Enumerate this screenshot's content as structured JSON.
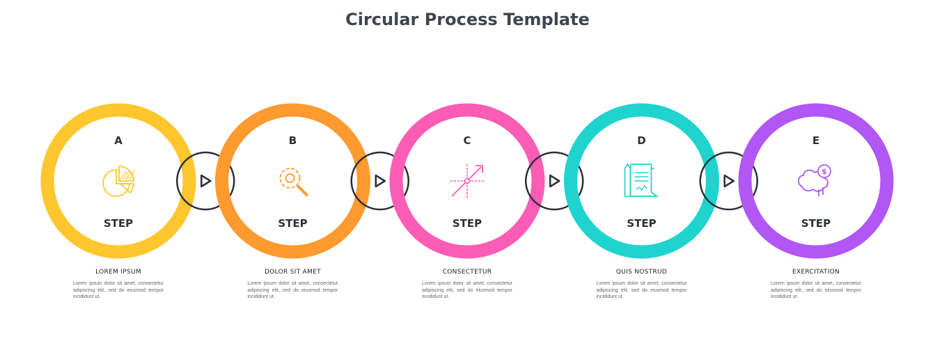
{
  "title": "Circular Process Template",
  "steps": [
    {
      "letter": "A",
      "label": "STEP",
      "heading": "LOREM IPSUM",
      "text": "Lorem ipsum dolor sit amet, consectetur adipiscing elit, sed do eiusmod tempor incididunt ut.",
      "color": "#ffc62e",
      "icon": "pie-chart-icon"
    },
    {
      "letter": "B",
      "label": "STEP",
      "heading": "DOLOR SIT AMET",
      "text": "Lorem ipsum dolor sit amet, consectetur adipiscing elit, sed do eiusmod tempor incididunt ut.",
      "color": "#ff9a30",
      "icon": "gear-search-icon"
    },
    {
      "letter": "C",
      "label": "STEP",
      "heading": "CONSECTETUR",
      "text": "Lorem ipsum dolor sit amet, consectetur adipiscing elit, sed do eiusmod tempor incididunt ut.",
      "color": "#fb5cb5",
      "icon": "growth-arrow-icon"
    },
    {
      "letter": "D",
      "label": "STEP",
      "heading": "QUIS NOSTRUD",
      "text": "Lorem ipsum dolor sit amet, consectetur adipiscing elit, sed do eiusmod tempor incididunt ut.",
      "color": "#1fd3cf",
      "icon": "contract-pen-icon"
    },
    {
      "letter": "E",
      "label": "STEP",
      "heading": "EXERCITATION",
      "text": "Lorem ipsum dolor sit amet, consectetur adipiscing elit, sed do eiusmod tempor incididunt ut.",
      "color": "#b057f6",
      "icon": "brain-dollar-icon"
    }
  ],
  "connector_color": "#2b2f36"
}
